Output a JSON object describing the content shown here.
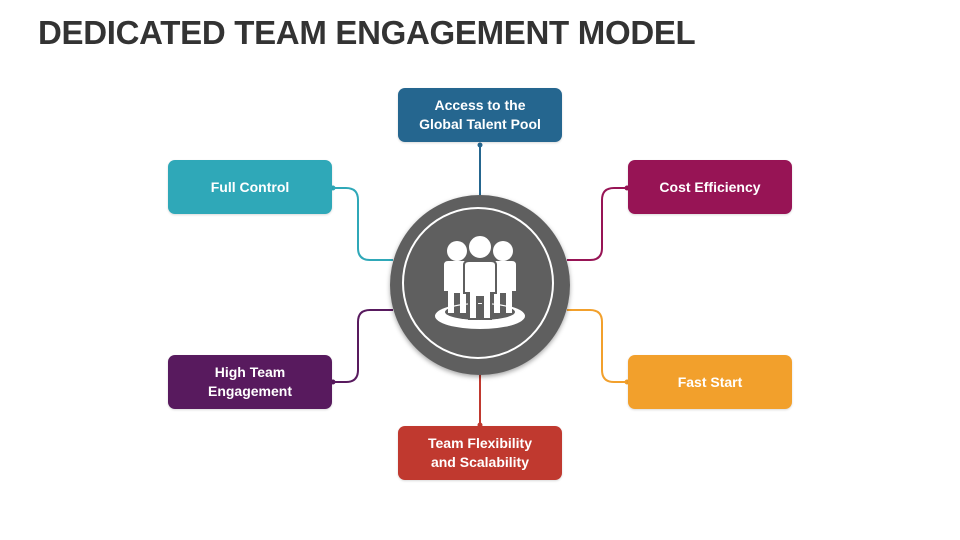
{
  "title": "DEDICATED TEAM ENGAGEMENT MODEL",
  "center": {
    "icon": "team-group-icon"
  },
  "nodes": [
    {
      "key": "top",
      "label": "Access to the\nGlobal Talent Pool",
      "color": "#25668f"
    },
    {
      "key": "top-left",
      "label": "Full Control",
      "color": "#2fa8b8"
    },
    {
      "key": "top-right",
      "label": "Cost Efficiency",
      "color": "#971455"
    },
    {
      "key": "bottom-left",
      "label": "High Team\nEngagement",
      "color": "#581a5e"
    },
    {
      "key": "bottom-right",
      "label": "Fast Start",
      "color": "#f2a02c"
    },
    {
      "key": "bottom",
      "label": "Team Flexibility\nand Scalability",
      "color": "#c0392f"
    }
  ]
}
